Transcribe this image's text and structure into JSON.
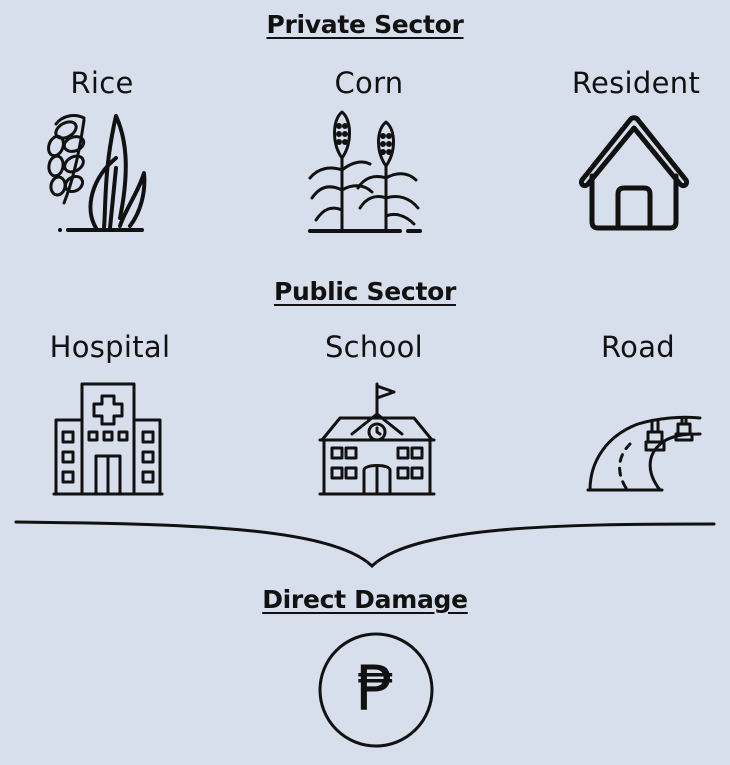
{
  "private_sector": {
    "heading": "Private Sector",
    "items": [
      {
        "label": "Rice",
        "icon": "rice-plant-icon"
      },
      {
        "label": "Corn",
        "icon": "corn-plant-icon"
      },
      {
        "label": "Resident",
        "icon": "house-icon"
      }
    ]
  },
  "public_sector": {
    "heading": "Public Sector",
    "items": [
      {
        "label": "Hospital",
        "icon": "hospital-building-icon"
      },
      {
        "label": "School",
        "icon": "school-building-icon"
      },
      {
        "label": "Road",
        "icon": "road-bridge-icon"
      }
    ]
  },
  "result": {
    "heading": "Direct Damage",
    "icon": "peso-coin-icon",
    "symbol": "₱"
  },
  "colors": {
    "background": "#d7deec",
    "ink": "#111111"
  }
}
